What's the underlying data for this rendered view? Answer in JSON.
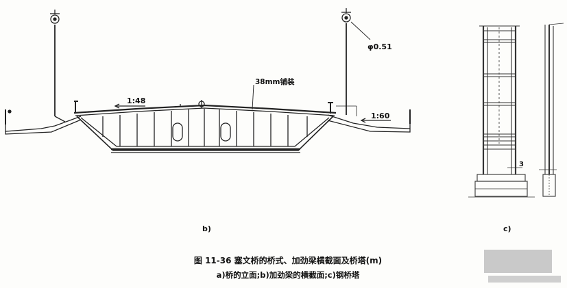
{
  "figure": {
    "panel_b": {
      "label": "b)",
      "annotations": {
        "cable_diameter": "φ0.51",
        "pavement": "38mm铺装",
        "left_slope": "1:48",
        "right_slope": "1:60"
      }
    },
    "panel_c": {
      "label": "c)",
      "dimension": "3"
    },
    "caption": {
      "main": "图 11-36   塞文桥的桥式、加劲梁横截面及桥塔(m)",
      "sub": "a)桥的立面;b)加劲梁的横截面;c)钢桥塔"
    }
  }
}
